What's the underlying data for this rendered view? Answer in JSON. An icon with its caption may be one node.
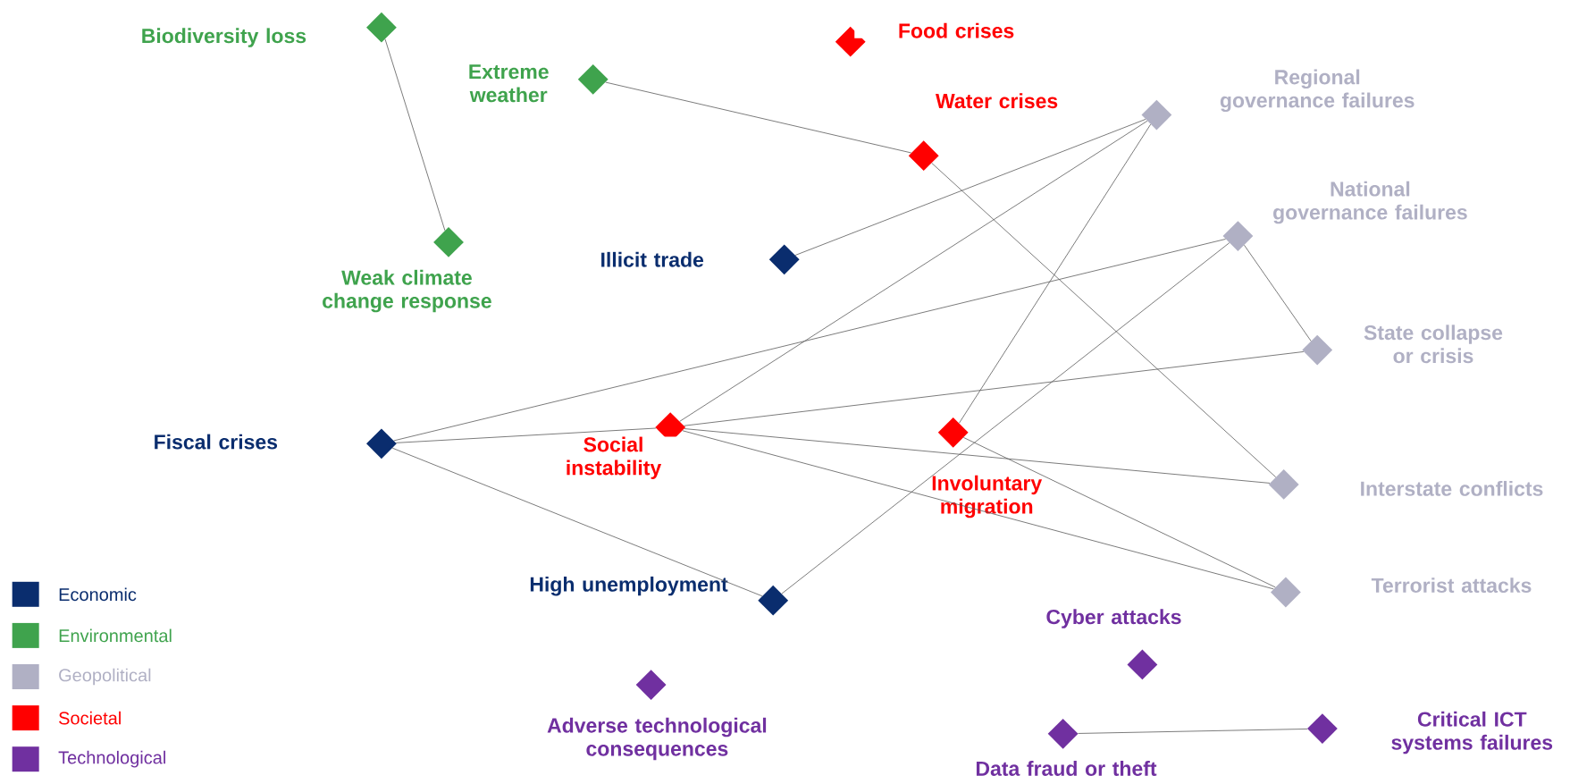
{
  "diagram": {
    "nodes": [
      {
        "text": [
          "Biodiversity loss"
        ]
      },
      {
        "text": [
          "Extreme weather"
        ]
      },
      {
        "text": [
          "Weak climate change response"
        ]
      },
      {
        "text": [
          "Food crises"
        ]
      },
      {
        "text": [
          "Water crises"
        ]
      },
      {
        "text": [
          "Regional governance failures"
        ]
      },
      {
        "text": [
          "Illicit trade"
        ]
      },
      {
        "text": [
          "National governance failures"
        ]
      },
      {
        "text": [
          "State collapse or crisis"
        ]
      },
      {
        "text": [
          "Fiscal crises"
        ]
      },
      {
        "text": [
          "Social instability"
        ]
      },
      {
        "text": [
          "Involuntary migration"
        ]
      },
      {
        "text": [
          "Interstate conflicts"
        ]
      },
      {
        "text": [
          "High unemployment"
        ]
      },
      {
        "text": [
          "Terrorist attacks"
        ]
      },
      {
        "text": [
          "Cyber attacks"
        ]
      },
      {
        "text": [
          "Adverse technological consequences"
        ]
      },
      {
        "text": [
          "Data fraud or theft"
        ]
      },
      {
        "text": [
          "Critical ICT systems failures"
        ]
      }
    ],
    "edges": [
      {
        "from": 0,
        "to": 2,
        "arrow": "none"
      },
      {
        "from": 1,
        "to": 4,
        "arrow": "none"
      },
      {
        "from": 4,
        "to": 12,
        "arrow": "none"
      },
      {
        "from": 5,
        "to": 6,
        "arrow": "none"
      },
      {
        "from": 5,
        "to": 10,
        "arrow": "none"
      },
      {
        "from": 5,
        "to": 11,
        "arrow": "none"
      },
      {
        "from": 7,
        "to": 9,
        "arrow": "none"
      },
      {
        "from": 7,
        "to": 13,
        "arrow": "none"
      },
      {
        "from": 7,
        "to": 8,
        "arrow": "none"
      },
      {
        "from": 8,
        "to": 10,
        "arrow": "none"
      },
      {
        "from": 9,
        "to": 10,
        "arrow": "none"
      },
      {
        "from": 9,
        "to": 13,
        "arrow": "none"
      },
      {
        "from": 10,
        "to": 12,
        "arrow": "none"
      },
      {
        "from": 10,
        "to": 14,
        "arrow": "none"
      },
      {
        "from": 11,
        "to": 14,
        "arrow": "none"
      },
      {
        "from": 17,
        "to": 18,
        "arrow": "none"
      }
    ],
    "legend": [
      {
        "text": "Economic",
        "color": "#0a2d6e"
      },
      {
        "text": "Environmental",
        "color": "#3fa34d"
      },
      {
        "text": "Geopolitical",
        "color": "#b0b0c4"
      },
      {
        "text": "Societal",
        "color": "#ff0000"
      },
      {
        "text": "Technological",
        "color": "#7030a0"
      }
    ]
  }
}
